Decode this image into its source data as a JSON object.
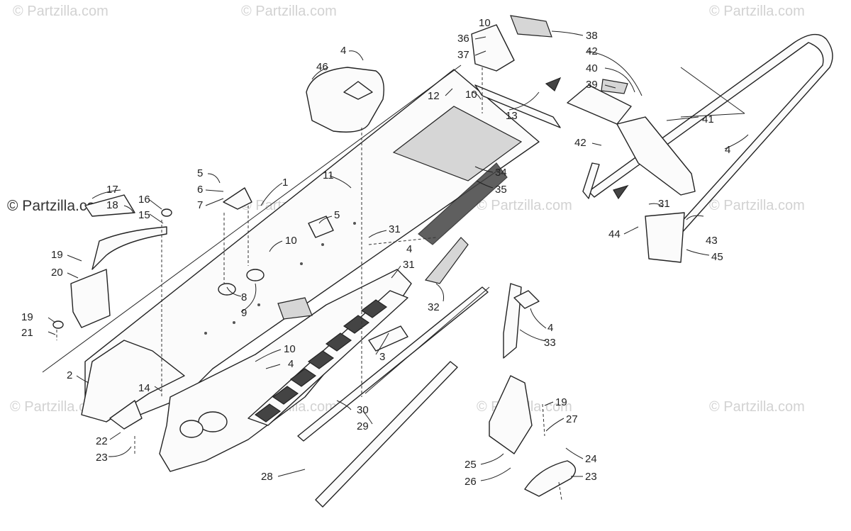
{
  "watermark": {
    "text": "© Partzilla.com",
    "strong_text": "© Partzilla.com"
  },
  "callouts": [
    "1",
    "2",
    "3",
    "4",
    "4",
    "4",
    "4",
    "4",
    "5",
    "5",
    "6",
    "7",
    "8",
    "9",
    "10",
    "10",
    "10",
    "10",
    "11",
    "12",
    "13",
    "14",
    "15",
    "16",
    "17",
    "18",
    "19",
    "19",
    "19",
    "20",
    "21",
    "22",
    "23",
    "23",
    "24",
    "25",
    "26",
    "27",
    "28",
    "29",
    "30",
    "31",
    "31",
    "31",
    "32",
    "33",
    "34",
    "35",
    "36",
    "37",
    "38",
    "39",
    "40",
    "41",
    "42",
    "42",
    "43",
    "44",
    "45",
    "46"
  ]
}
